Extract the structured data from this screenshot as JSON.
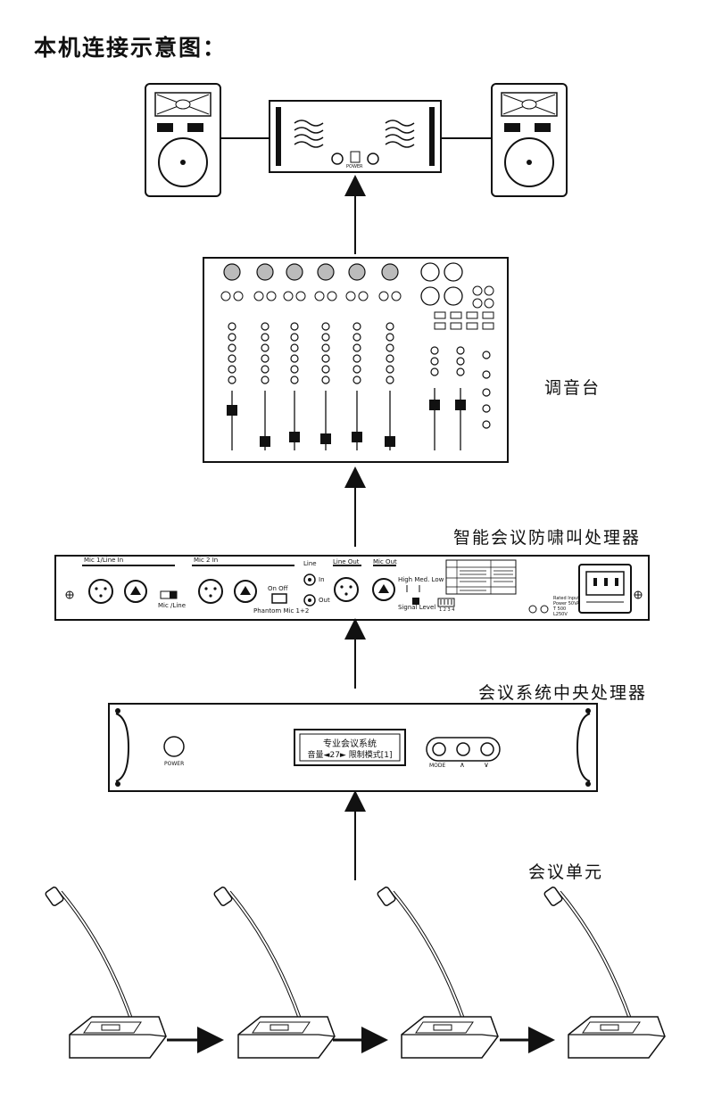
{
  "title": "本机连接示意图：",
  "labels": {
    "mixer": "调音台",
    "feedback_processor": "智能会议防啸叫处理器",
    "central_processor": "会议系统中央处理器",
    "units": "会议单元"
  },
  "feedback_panel": {
    "mic1": "Mic 1/Line In",
    "mic2": "Mic 2  In",
    "switch": "Mic /Line",
    "on_off": "On   Off",
    "phantom": "Phantom Mic 1+2",
    "line": "Line",
    "line_in": "In",
    "line_out_small": "Out",
    "line_out": "Line Out",
    "mic_out": "Mic Out",
    "high_med_low": "High Med. Low",
    "signal_level": "Signal Level",
    "dip": "1 2 3 4",
    "power": "Rated Input Power 50VA T 500 L250V"
  },
  "central_panel": {
    "power": "POWER",
    "lcd_line1": "专业会议系统",
    "lcd_line2": "音量◄27► 限制模式[1]",
    "mode": "MODE",
    "up": "∧",
    "down": "∨"
  },
  "amp": {
    "power": "POWER"
  }
}
